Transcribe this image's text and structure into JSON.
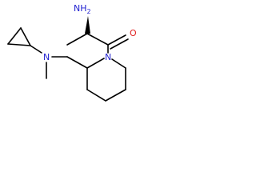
{
  "molecule": {
    "atoms": {
      "amine": {
        "main": "NH",
        "sub": "2",
        "color": "#1f1fd0"
      },
      "oxygen": {
        "label": "O",
        "color": "#e01f1f"
      },
      "ring_nitrogen": {
        "label": "N",
        "color": "#1f1fd0"
      },
      "side_nitrogen": {
        "label": "N",
        "color": "#1f1fd0"
      }
    },
    "bond_color": "#000000"
  }
}
